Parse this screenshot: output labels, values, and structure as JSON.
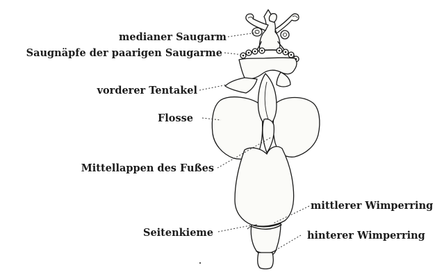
{
  "labels": {
    "median_arm": "medianer Saugarm",
    "suckers": "Saugnäpfe der paarigen Saugarme",
    "anterior_tentacle": "vorderer Tentakel",
    "fin": "Flosse",
    "middle_lobe": "Mittellappen des Fußes",
    "middle_ring": "mittlerer Wimperring",
    "side_gill": "Seitenkieme",
    "posterior_ring": "hinterer Wimperring"
  }
}
